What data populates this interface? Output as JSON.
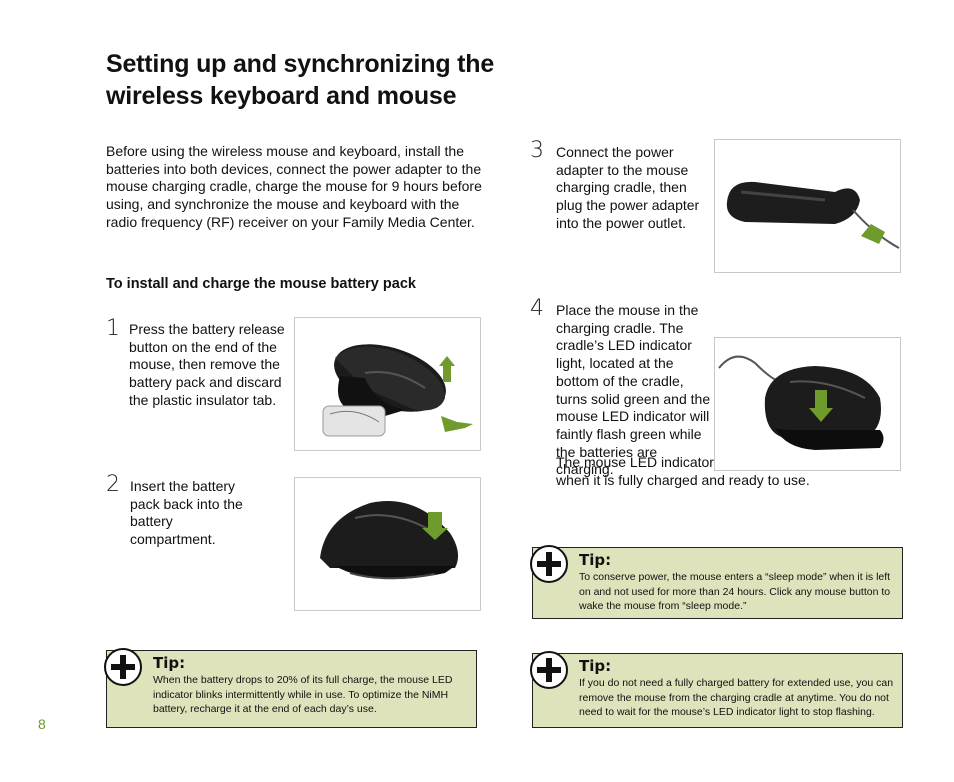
{
  "title": "Setting up and synchronizing the wireless keyboard and mouse",
  "intro": "Before using the wireless mouse and keyboard, install the batteries into both devices, connect the power adapter to the mouse charging cradle, charge the mouse for 9 hours before using, and synchronize the mouse and keyboard with the radio frequency (RF) receiver on your Family Media Center.",
  "subheading": "To install and charge the mouse battery pack",
  "steps": [
    {
      "num": "1",
      "text": "Press the battery release button on the end of the mouse, then remove the battery pack and discard the plastic insulator tab."
    },
    {
      "num": "2",
      "text": "Insert the battery pack back into the battery compartment."
    },
    {
      "num": "3",
      "text": "Connect the power adapter to the mouse charging cradle, then plug the power adapter into the power outlet."
    },
    {
      "num": "4",
      "text": "Place the mouse in the charging cradle. The cradle’s LED indicator light, located at the bottom of the cradle, turns solid green and the mouse LED indicator will faintly flash green while the batteries are charging.",
      "text_extra": "The mouse LED indicator lights continuously when it is fully charged and ready to use."
    }
  ],
  "tips": [
    {
      "label": "Tip:",
      "text": "When the battery drops to 20% of its full charge, the mouse LED indicator blinks intermittently while in use. To optimize the NiMH battery, recharge it at the end of each day’s use."
    },
    {
      "label": "Tip:",
      "text": "To conserve power, the mouse enters a “sleep mode” when it is left on and not used for more than 24 hours. Click any mouse button to wake the mouse from “sleep mode.”"
    },
    {
      "label": "Tip:",
      "text": "If you do not need a fully charged battery for extended use, you can remove the mouse from the charging cradle at anytime. You do not need to wait for the mouse’s LED indicator light to stop flashing."
    }
  ],
  "page_number": "8",
  "colors": {
    "tip_background": "#dfe3bc",
    "arrow_green": "#6f9a2c",
    "page_number": "#6a9a2a"
  }
}
